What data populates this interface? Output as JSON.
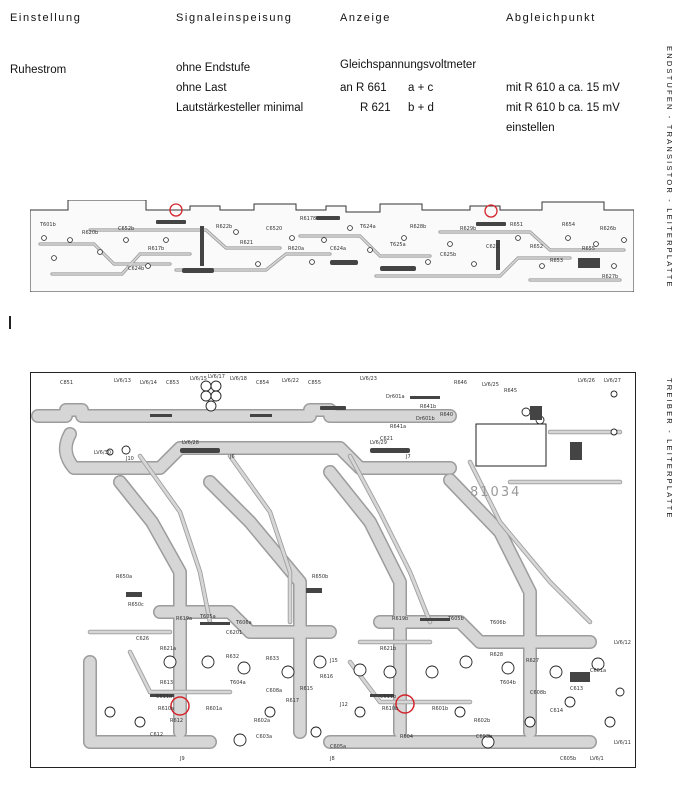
{
  "table": {
    "headers": [
      "Einstellung",
      "Signaleinspeisung",
      "Anzeige",
      "Abgleichpunkt"
    ],
    "row": {
      "einstellung": "Ruhestrom",
      "signal": [
        "ohne Endstufe",
        "ohne Last",
        "Lautstärkesteller minimal"
      ],
      "anzeige_title": "Gleichspannungsvoltmeter",
      "anzeige_lines": [
        {
          "prefix": "an R 661",
          "pins": "a + c"
        },
        {
          "prefix": "R 621",
          "pins": "b + d"
        }
      ],
      "abgleich": [
        "mit R 610 a ca. 15 mV",
        "mit R 610 b ca. 15 mV",
        "einstellen"
      ]
    }
  },
  "side_labels": {
    "top": "ENDSTUFEN - TRANSISTOR - LEITERPLATTE",
    "bottom": "TREIBER - LEITERPLATTE"
  },
  "top_board": {
    "labels": [
      "T601b",
      "R620b",
      "C652b",
      "R617b",
      "C624b",
      "R622b",
      "R621",
      "C6520",
      "R620a",
      "R6178",
      "C624a",
      "T624a",
      "T625a",
      "R628b",
      "C625b",
      "R629b",
      "C622",
      "R651",
      "R652",
      "R653",
      "R654",
      "R655",
      "R626b",
      "R627b"
    ]
  },
  "bottom_board": {
    "board_id": "81034",
    "labels": [
      "C851",
      "LV6/13",
      "LV6/14",
      "C853",
      "LV6/15",
      "LV6/17",
      "LV6/18",
      "C854",
      "LV6/22",
      "C855",
      "LV6/23",
      "R646",
      "LV6/25",
      "R645",
      "LV6/26",
      "LV6/27",
      "LV6/30",
      "J10",
      "LV6/28",
      "J6",
      "LV6/29",
      "J7",
      "Dr601a",
      "Dr601b",
      "C621",
      "R641b",
      "R641a",
      "R640",
      "R650a",
      "R650b",
      "R650c",
      "R619a",
      "R619b",
      "T605a",
      "T605b",
      "T606a",
      "T606b",
      "R621a",
      "R621b",
      "C626",
      "C611a",
      "C611b",
      "R610a",
      "R610b",
      "R612",
      "C612",
      "J15",
      "J12",
      "J8",
      "J9",
      "LV6/11",
      "LV6/12",
      "LV6/1",
      "C605a",
      "C605b",
      "R604",
      "C603a",
      "C603b",
      "R601a",
      "R601b",
      "R602a",
      "R602b",
      "T604a",
      "T604b",
      "R613",
      "R632",
      "R633",
      "R628",
      "R627",
      "C608a",
      "C608b",
      "R615",
      "R616",
      "R617",
      "C6201",
      "C614",
      "C613",
      "C601a"
    ]
  },
  "colors": {
    "ink": "#111111",
    "trace": "#d6d6d6",
    "trace_edge": "#9c9c9c",
    "marker": "#d4242b"
  }
}
